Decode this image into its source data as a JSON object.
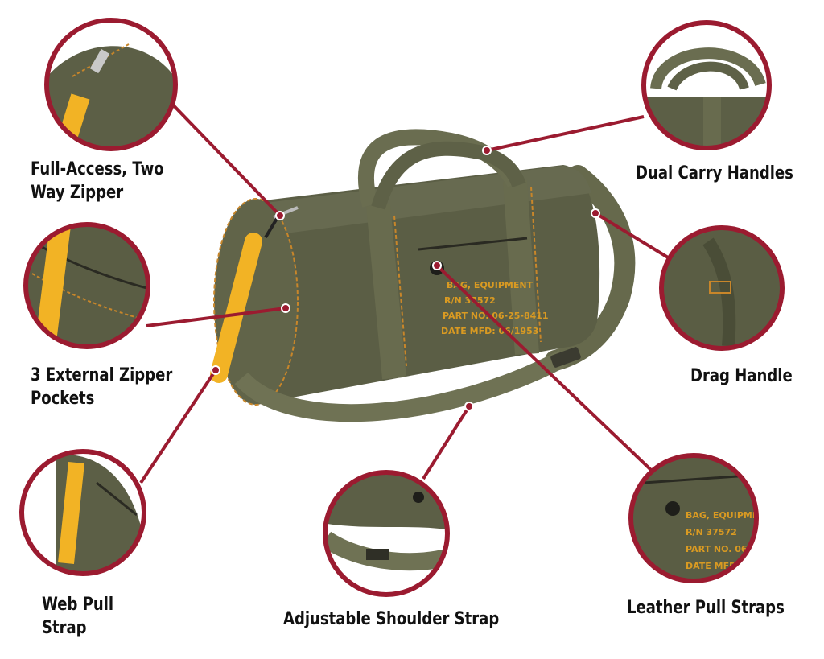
{
  "colors": {
    "callout_ring": "#9b1b30",
    "bag_olive": "#5d6048",
    "bag_olive_dark": "#474a36",
    "webbing": "#66694c",
    "stitch": "#c8862a",
    "pull_strap": "#f2b325",
    "stencil_text": "#d99a22"
  },
  "bag": {
    "stencil": [
      "BAG, EQUIPMENT",
      "R/N 37572",
      "PART NO. 06-25-8411",
      "DATE MFD: 06/1953"
    ]
  },
  "callouts": {
    "zipper": [
      "Full-Access, Two",
      "Way Zipper"
    ],
    "pockets": [
      "3 External Zipper",
      "Pockets"
    ],
    "web_pull": [
      "Web Pull",
      "Strap"
    ],
    "shoulder": [
      "Adjustable Shoulder Strap"
    ],
    "carry": [
      "Dual Carry Handles"
    ],
    "drag": [
      "Drag Handle"
    ],
    "leather": [
      "Leather Pull Straps"
    ]
  }
}
